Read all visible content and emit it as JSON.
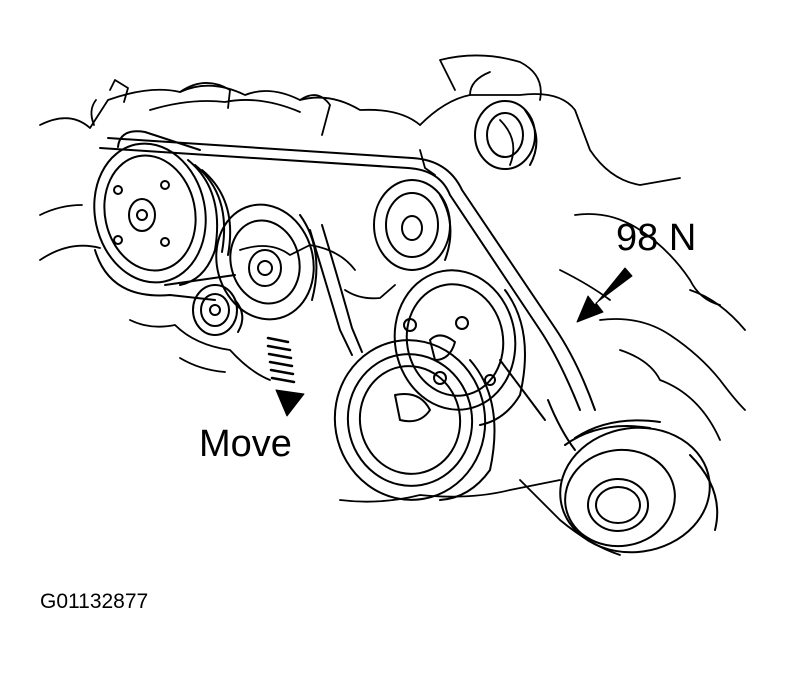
{
  "labels": {
    "force": "98 N",
    "move": "Move",
    "figure_id": "G01132877"
  },
  "colors": {
    "line": "#000000",
    "background": "#ffffff"
  }
}
